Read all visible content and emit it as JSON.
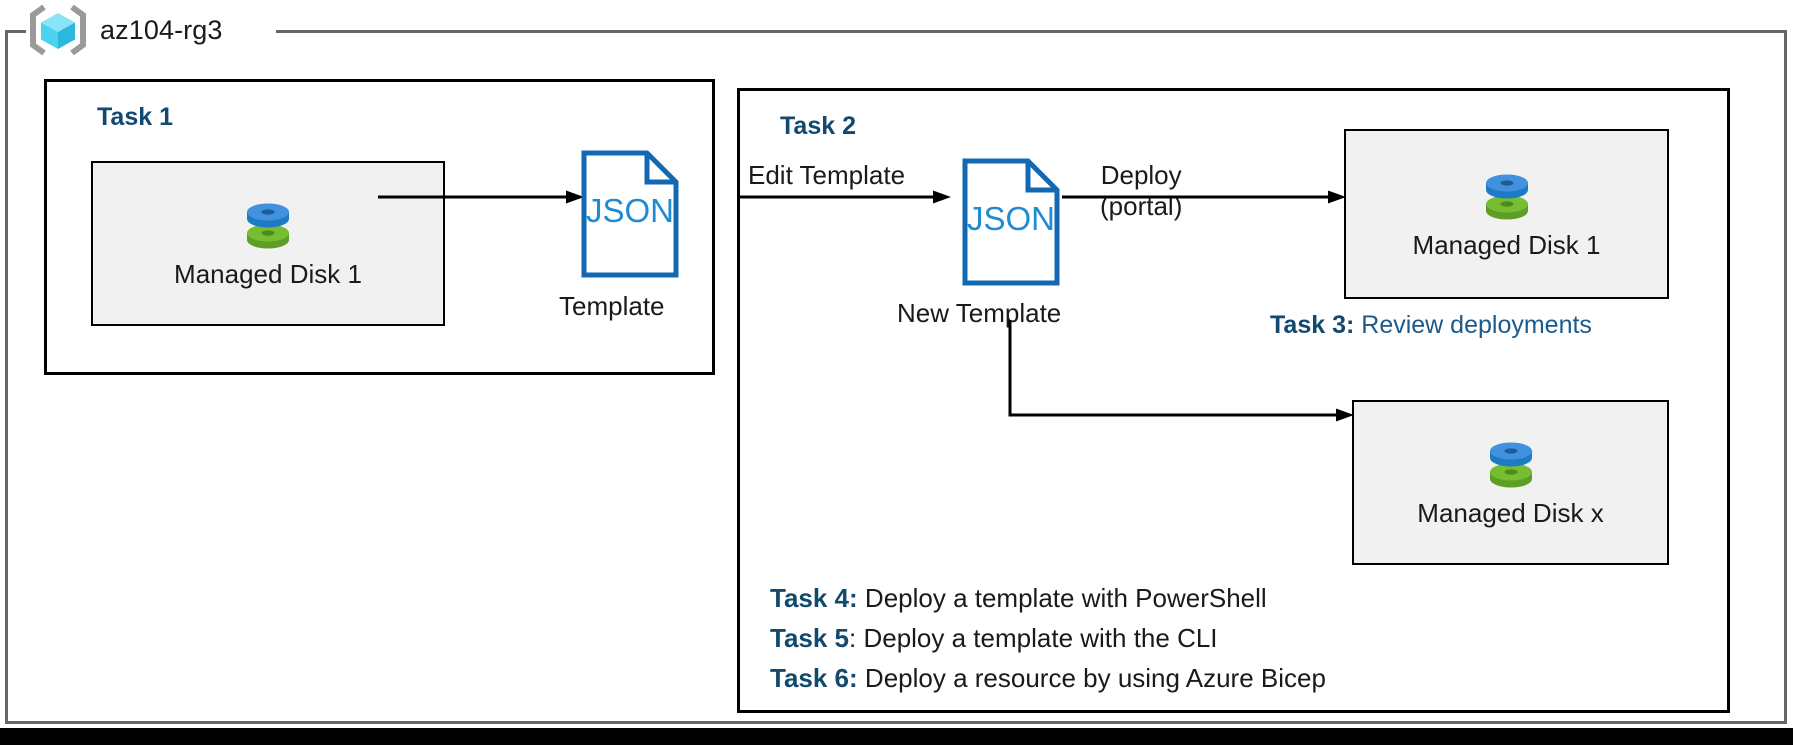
{
  "frame": {
    "title": "az104-rg3",
    "icon": "azure-resource-group-icon",
    "border_color": "#676767"
  },
  "palette": {
    "task_heading_blue": "#12496F",
    "task3_text_blue": "#1B5A8C",
    "json_blue": "#1268B3",
    "json_text_blue": "#1F8BD4",
    "disk_blue": "#3E8DDE",
    "disk_green": "#6DB22E",
    "resource_box_fill": "#f1f1f1",
    "outline_black": "#000000"
  },
  "task1": {
    "heading": "Task 1",
    "disk_box": {
      "label": "Managed Disk 1",
      "icon": "managed-disk-icon"
    },
    "template_doc": {
      "text": "JSON",
      "caption": "Template",
      "icon": "json-document-icon"
    },
    "arrow_to_template": "arrow-right"
  },
  "task2": {
    "heading": "Task 2",
    "edit_label": "Edit Template",
    "new_template_doc": {
      "text": "JSON",
      "caption": "New Template",
      "icon": "json-document-icon"
    },
    "deploy_label_line1": "Deploy",
    "deploy_label_line2": "(portal)",
    "disk_box_top": {
      "label": "Managed Disk 1",
      "icon": "managed-disk-icon"
    },
    "disk_box_bottom": {
      "label": "Managed Disk x",
      "icon": "managed-disk-icon"
    }
  },
  "task3": {
    "tag": "Task 3:",
    "text": " Review deployments"
  },
  "task_list": [
    {
      "tag": "Task 4:",
      "text": " Deploy a template with PowerShell"
    },
    {
      "tag": "Task 5",
      "text": ": Deploy a template with the CLI"
    },
    {
      "tag": "Task 6:",
      "text": " Deploy a resource by using Azure Bicep"
    }
  ]
}
